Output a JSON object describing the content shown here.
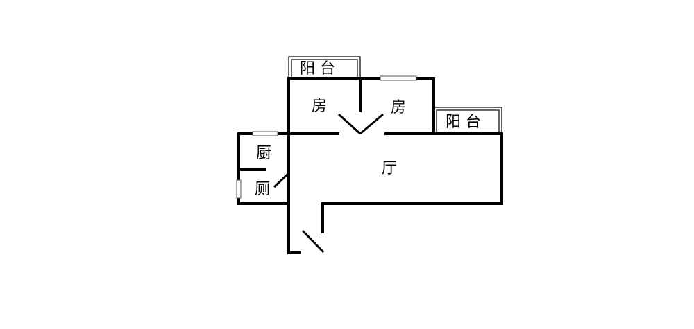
{
  "rooms": {
    "balcony_top": "阳 台",
    "room_left": "房",
    "room_right": "房",
    "balcony_right": "阳 台",
    "kitchen": "厨",
    "living": "厅",
    "toilet": "厕"
  }
}
